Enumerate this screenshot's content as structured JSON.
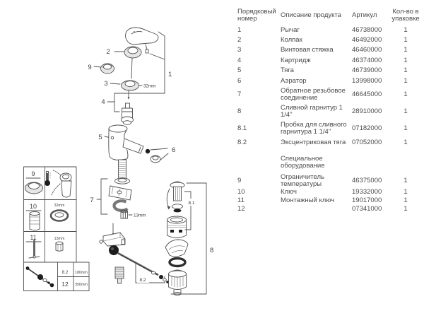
{
  "table": {
    "header": {
      "number": "Порядковый номер",
      "description": "Описание продукта",
      "article": "Артикул",
      "qty": "Кол-во в упаковке"
    },
    "rows": [
      {
        "num": "1",
        "desc": "Рычаг",
        "article": "46738000",
        "qty": "1"
      },
      {
        "num": "2",
        "desc": "Колпак",
        "article": "46492000",
        "qty": "1"
      },
      {
        "num": "3",
        "desc": "Винтовая стяжка",
        "article": "46460000",
        "qty": "1"
      },
      {
        "num": "4",
        "desc": "Картридж",
        "article": "46374000",
        "qty": "1"
      },
      {
        "num": "5",
        "desc": "Тяга",
        "article": "46739000",
        "qty": "1"
      },
      {
        "num": "6",
        "desc": "Аэратор",
        "article": "13998000",
        "qty": "1"
      },
      {
        "num": "7",
        "desc": "Обратное резьбовое соединение",
        "article": "46645000",
        "qty": "1"
      },
      {
        "num": "8",
        "desc": "Сливной гарнитур 1 1/4\"",
        "article": "28910000",
        "qty": "1"
      },
      {
        "num": "8.1",
        "desc": "Пробка для сливного гарнитура 1 1/4\"",
        "article": "07182000",
        "qty": "1"
      },
      {
        "num": "8.2",
        "desc": "Эксцентриковая тяга",
        "article": "07052000",
        "qty": "1"
      }
    ],
    "special_title": "Специальное оборудование",
    "special_rows": [
      {
        "num": "9",
        "desc": "Ограничитель температуры",
        "article": "46375000",
        "qty": "1"
      },
      {
        "num": "10",
        "desc": "Ключ",
        "article": "19332000",
        "qty": "1"
      },
      {
        "num": "11",
        "desc": "Монтажный ключ",
        "article": "19017000",
        "qty": "1"
      },
      {
        "num": "12",
        "desc": "",
        "article": "07341000",
        "qty": "1"
      }
    ]
  },
  "diagram": {
    "callouts": {
      "c1": "1",
      "c2": "2",
      "c3": "3",
      "c4": "4",
      "c5": "5",
      "c6": "6",
      "c7": "7",
      "c8": "8",
      "c8_1": "8.1",
      "c8_2": "8.2",
      "c9": "9"
    },
    "dims": {
      "ring": "32mm",
      "nut": "13mm"
    }
  },
  "detail_box": {
    "cell9_label": "9",
    "cell10_label": "10",
    "cell11_label": "11",
    "cell10_dim": "32mm",
    "cell11_dim": "13mm",
    "size_rows": [
      {
        "label": "8.2",
        "value": "180mm"
      },
      {
        "label": "12",
        "value": "350mm"
      }
    ]
  },
  "colors": {
    "ink": "#4f4f4f",
    "text": "#4a4a4a"
  }
}
